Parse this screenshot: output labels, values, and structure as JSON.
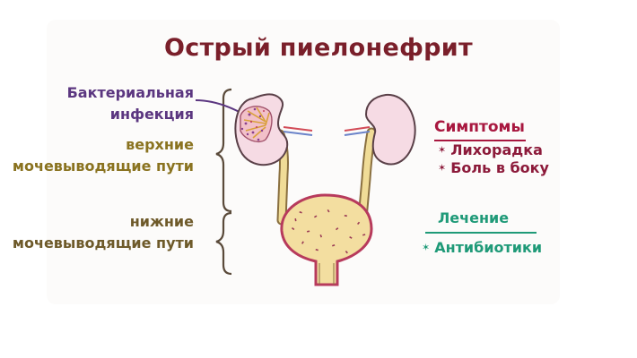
{
  "title": "Острый пиелонефрит",
  "labels": {
    "bacterial_line1": "Бактериальная",
    "bacterial_line2": "инфекция",
    "upper_line1": "верхние",
    "upper_line2": "мочевыводящие пути",
    "lower_line1": "нижние",
    "lower_line2": "мочевыводящие пути"
  },
  "symptoms": {
    "heading": "Симптомы",
    "items": [
      "Лихорадка",
      "Боль в боку"
    ],
    "marker": "✶"
  },
  "treatment": {
    "heading": "Лечение",
    "items": [
      "Антибиотики"
    ],
    "marker": "✶"
  },
  "colors": {
    "title": "#7a1f2a",
    "bacterial": "#5b3680",
    "upper": "#8a7320",
    "lower": "#6e5a2a",
    "symptoms": "#a8173f",
    "treatment": "#1f9a78",
    "kidney_fill": "#f6dbe4",
    "ureter_fill": "#f0dc97",
    "bladder_fill": "#f3dea0",
    "bladder_outline": "#b73a5c"
  },
  "icons": {
    "kidney_left": "infected-kidney-icon",
    "kidney_right": "kidney-icon",
    "bladder": "bladder-icon"
  }
}
